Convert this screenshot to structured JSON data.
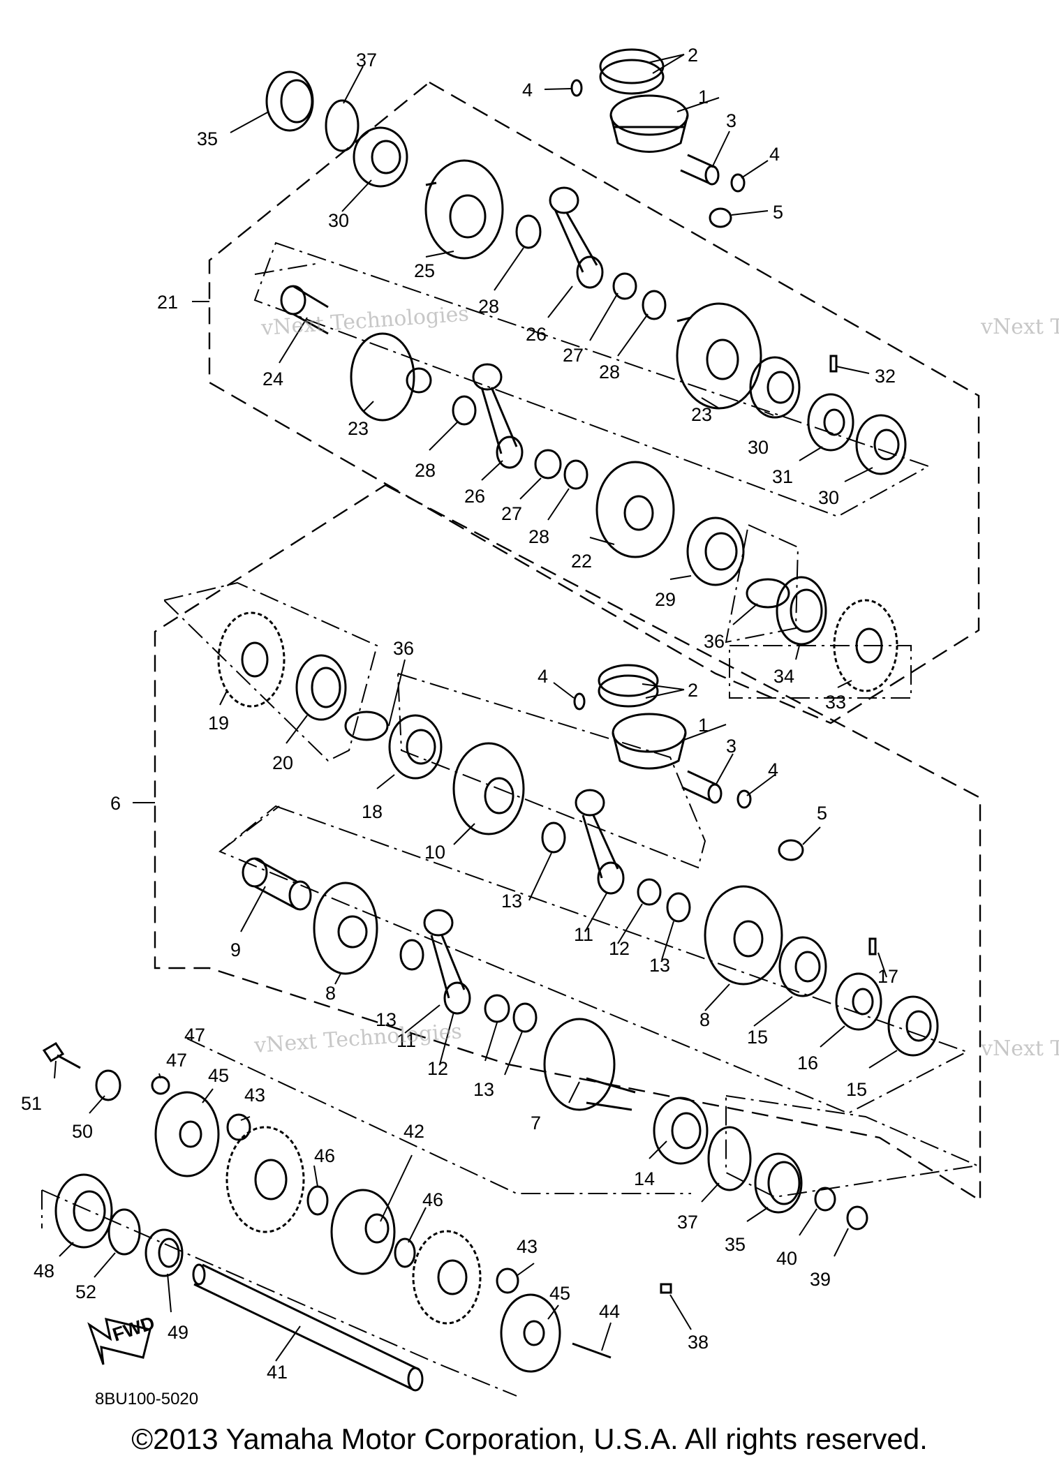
{
  "diagram_code": "8BU100-5020",
  "copyright": "©2013 Yamaha Motor Corporation, U.S.A. All rights reserved.",
  "watermark": {
    "text": "vNext Technologies"
  },
  "fwd_label": "FWD",
  "callouts": [
    "1",
    "2",
    "3",
    "4",
    "5",
    "6",
    "7",
    "8",
    "9",
    "10",
    "11",
    "12",
    "13",
    "14",
    "15",
    "16",
    "17",
    "18",
    "19",
    "20",
    "21",
    "22",
    "23",
    "24",
    "25",
    "26",
    "27",
    "28",
    "29",
    "30",
    "31",
    "32",
    "33",
    "34",
    "35",
    "36",
    "37",
    "38",
    "39",
    "40",
    "41",
    "42",
    "43",
    "44",
    "45",
    "46",
    "47",
    "48",
    "49",
    "50",
    "51",
    "52"
  ]
}
